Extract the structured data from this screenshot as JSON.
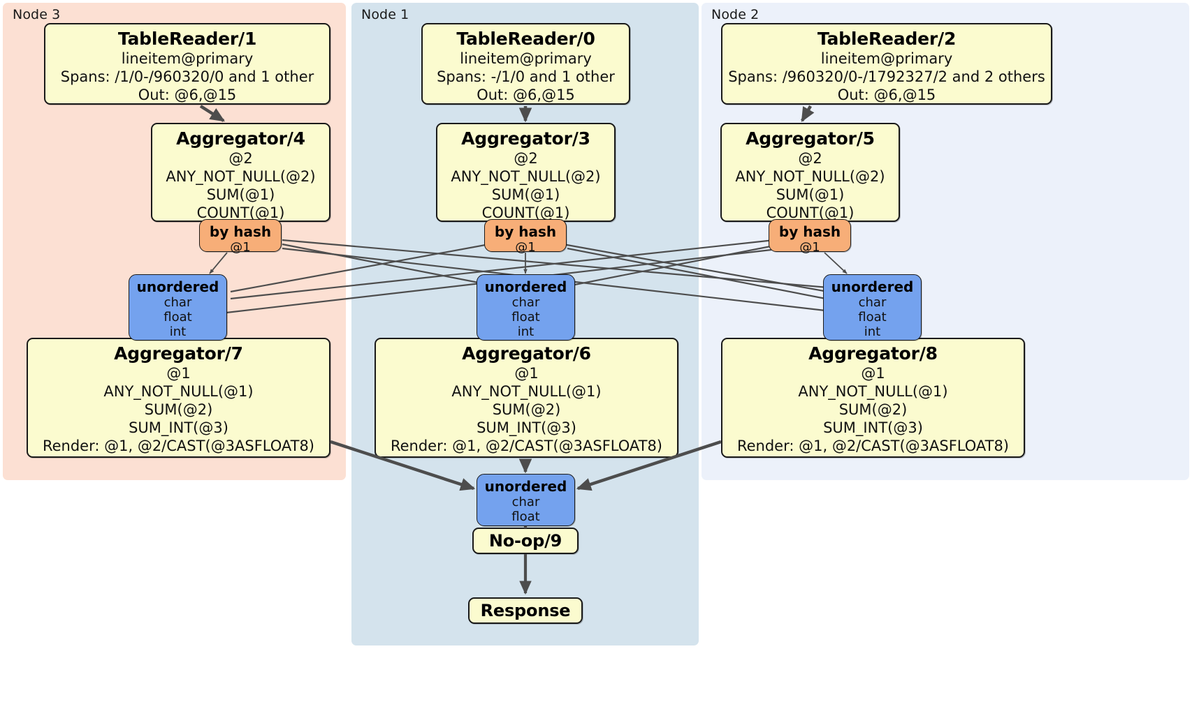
{
  "diagram": {
    "title": "DistSQL distributed query plan",
    "colors": {
      "node3_panel": "#fce0d3",
      "node1_panel": "#d4e3ed",
      "node2_panel": "#ecf1fa",
      "processor_fill": "#fbfbcf",
      "hash_router_fill": "#f7ae78",
      "sync_fill": "#74a2ee",
      "stroke": "#1a1a1a",
      "edge": "#4d4d4d"
    }
  },
  "nodes": [
    {
      "id": "node3",
      "label": "Node 3"
    },
    {
      "id": "node1",
      "label": "Node 1"
    },
    {
      "id": "node2",
      "label": "Node 2"
    }
  ],
  "processors": {
    "table_reader_1": {
      "title": "TableReader/1",
      "lines": [
        "lineitem@primary",
        "Spans: /1/0-/960320/0 and 1 other",
        "Out: @6,@15"
      ]
    },
    "table_reader_0": {
      "title": "TableReader/0",
      "lines": [
        "lineitem@primary",
        "Spans: -/1/0 and 1 other",
        "Out: @6,@15"
      ]
    },
    "table_reader_2": {
      "title": "TableReader/2",
      "lines": [
        "lineitem@primary",
        "Spans: /960320/0-/1792327/2 and 2 others",
        "Out: @6,@15"
      ]
    },
    "aggregator_4": {
      "title": "Aggregator/4",
      "lines": [
        "@2",
        "ANY_NOT_NULL(@2)",
        "SUM(@1)",
        "COUNT(@1)"
      ]
    },
    "aggregator_3": {
      "title": "Aggregator/3",
      "lines": [
        "@2",
        "ANY_NOT_NULL(@2)",
        "SUM(@1)",
        "COUNT(@1)"
      ]
    },
    "aggregator_5": {
      "title": "Aggregator/5",
      "lines": [
        "@2",
        "ANY_NOT_NULL(@2)",
        "SUM(@1)",
        "COUNT(@1)"
      ]
    },
    "aggregator_7": {
      "title": "Aggregator/7",
      "lines": [
        "@1",
        "ANY_NOT_NULL(@1)",
        "SUM(@2)",
        "SUM_INT(@3)",
        "Render: @1, @2/CAST(@3ASFLOAT8)"
      ]
    },
    "aggregator_6": {
      "title": "Aggregator/6",
      "lines": [
        "@1",
        "ANY_NOT_NULL(@1)",
        "SUM(@2)",
        "SUM_INT(@3)",
        "Render: @1, @2/CAST(@3ASFLOAT8)"
      ]
    },
    "aggregator_8": {
      "title": "Aggregator/8",
      "lines": [
        "@1",
        "ANY_NOT_NULL(@1)",
        "SUM(@2)",
        "SUM_INT(@3)",
        "Render: @1, @2/CAST(@3ASFLOAT8)"
      ]
    },
    "noop_9": {
      "title": "No-op/9",
      "lines": []
    },
    "response": {
      "title": "Response",
      "lines": []
    }
  },
  "routers": {
    "hash_left": {
      "title": "by hash",
      "lines": [
        "@1"
      ]
    },
    "hash_center": {
      "title": "by hash",
      "lines": [
        "@1"
      ]
    },
    "hash_right": {
      "title": "by hash",
      "lines": [
        "@1"
      ]
    },
    "sync_left": {
      "title": "unordered",
      "lines": [
        "char",
        "float",
        "int"
      ]
    },
    "sync_center": {
      "title": "unordered",
      "lines": [
        "char",
        "float",
        "int"
      ]
    },
    "sync_right": {
      "title": "unordered",
      "lines": [
        "char",
        "float",
        "int"
      ]
    },
    "sync_final": {
      "title": "unordered",
      "lines": [
        "char",
        "float"
      ]
    }
  }
}
